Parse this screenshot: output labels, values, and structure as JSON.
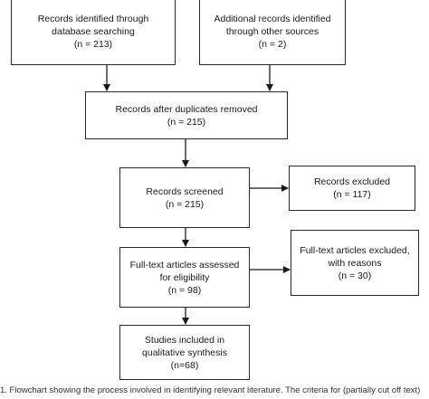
{
  "boxes": {
    "identified_db": {
      "line1": "Records identified through",
      "line2": "database searching",
      "count": "(n = 213)"
    },
    "identified_other": {
      "line1": "Additional records identified",
      "line2": "through other sources",
      "count": "(n = 2)"
    },
    "after_duplicates": {
      "line1": "Records after duplicates removed",
      "count": "(n = 215)"
    },
    "screened": {
      "line1": "Records screened",
      "count": "(n = 215)"
    },
    "excluded": {
      "line1": "Records excluded",
      "count": "(n = 117)"
    },
    "full_text": {
      "line1": "Full-text articles assessed",
      "line2": "for eligibility",
      "count": "(n = 98)"
    },
    "full_text_excluded": {
      "line1": "Full-text articles excluded,",
      "line2": "with reasons",
      "count": "(n = 30)"
    },
    "included": {
      "line1": "Studies included in",
      "line2": "qualitative synthesis",
      "count": "(n=68)"
    }
  },
  "caption": "1. Flowchart showing the process involved in identifying relevant literature. The criteria for (partially cut off text)"
}
